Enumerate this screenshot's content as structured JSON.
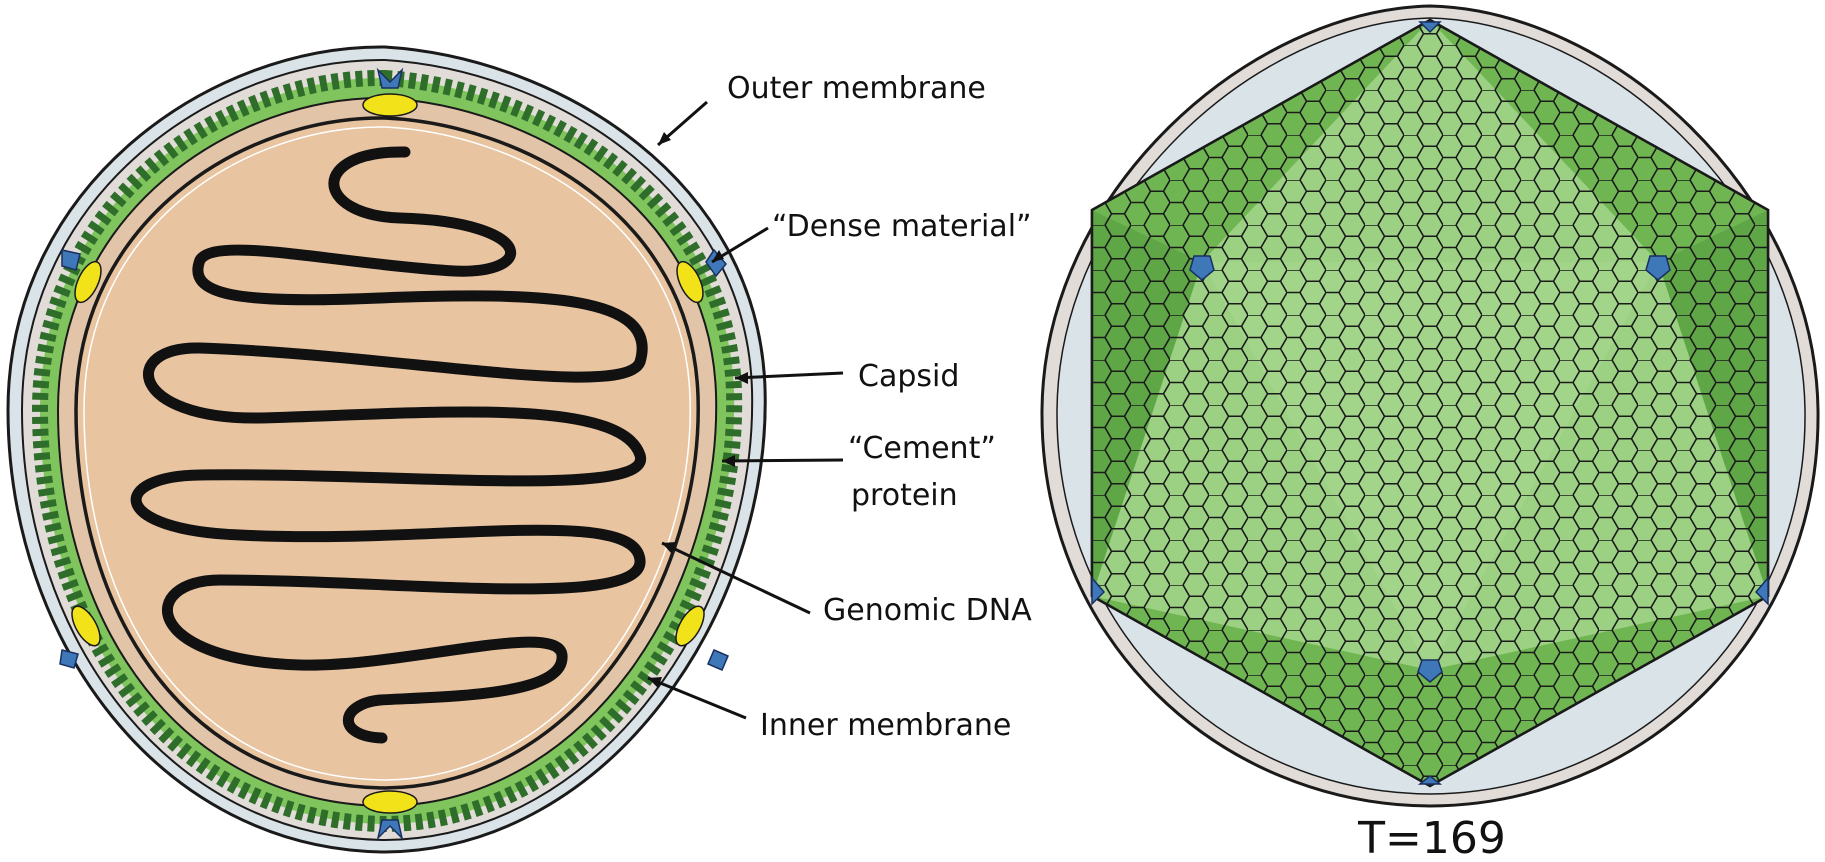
{
  "labels": {
    "outer_membrane": "Outer membrane",
    "dense_material": "“Dense material”",
    "capsid": "Capsid",
    "cement_line1": "“Cement”",
    "cement_line2": "protein",
    "genomic_dna": "Genomic DNA",
    "inner_membrane": "Inner membrane",
    "triangulation": "T=169"
  },
  "colors": {
    "outer_membrane_fill": "#d9e3e8",
    "periplasm_fill": "#e2dcd8",
    "capsid_protein": "#7fc45c",
    "capsid_face_light": "#9cd184",
    "capsid_face_dark": "#6fb652",
    "core_fill": "#e8c4a0",
    "dense_material": "#f2e21a",
    "penton": "#3f78b8",
    "dna": "#111111",
    "outline": "#1a1a1a"
  }
}
